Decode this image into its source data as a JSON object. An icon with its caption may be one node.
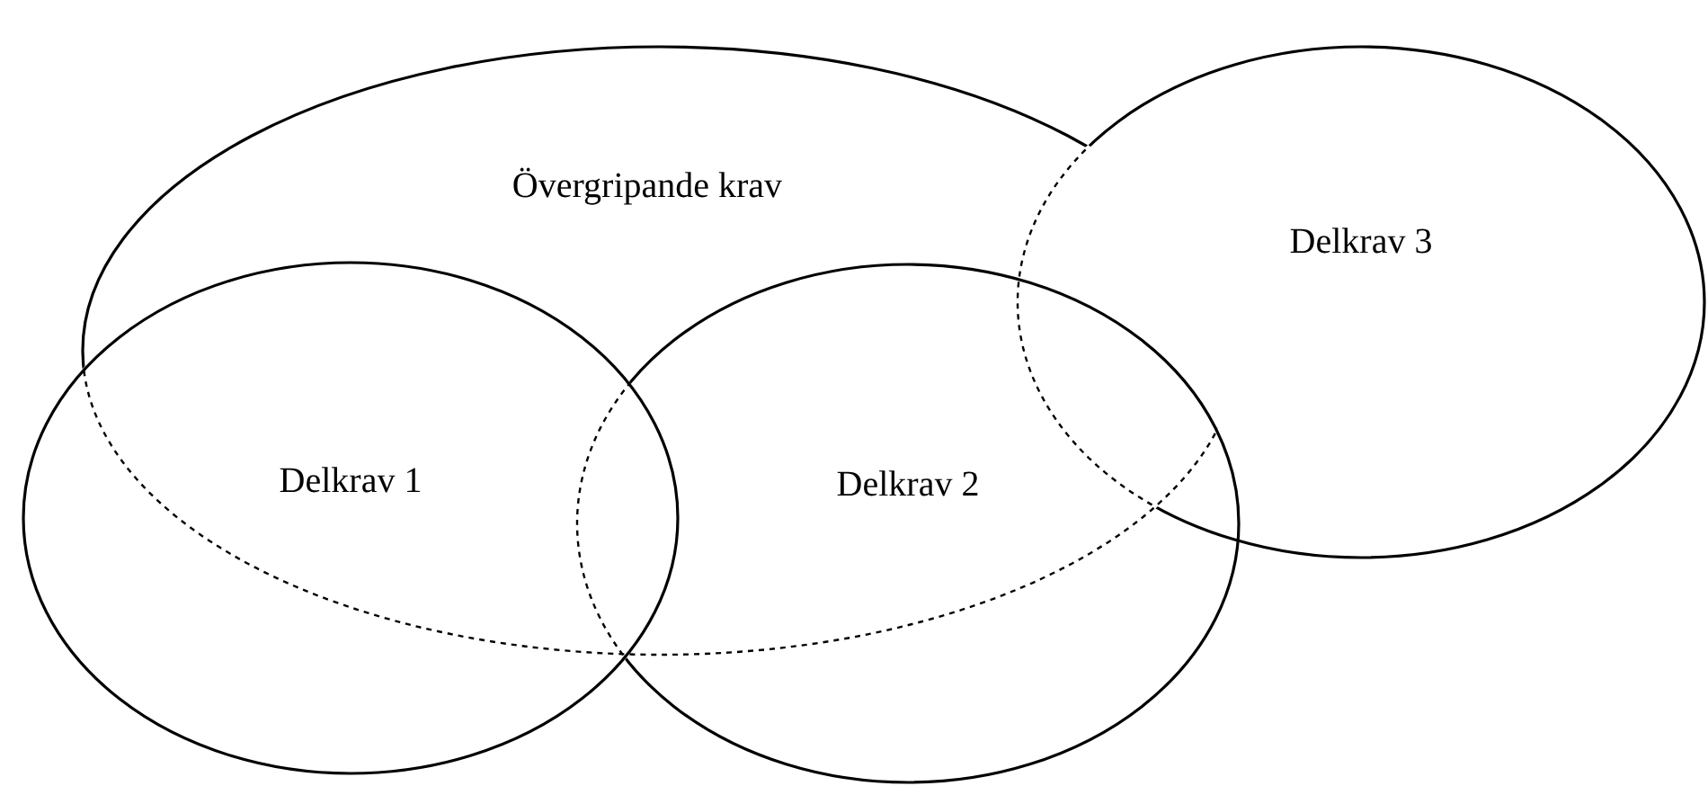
{
  "diagram": {
    "nodes": [
      {
        "text": [
          "Övergripande krav"
        ]
      },
      {
        "text": [
          "Delkrav 1"
        ]
      },
      {
        "text": [
          "Delkrav 2"
        ]
      },
      {
        "text": [
          "Delkrav 3"
        ]
      }
    ]
  }
}
